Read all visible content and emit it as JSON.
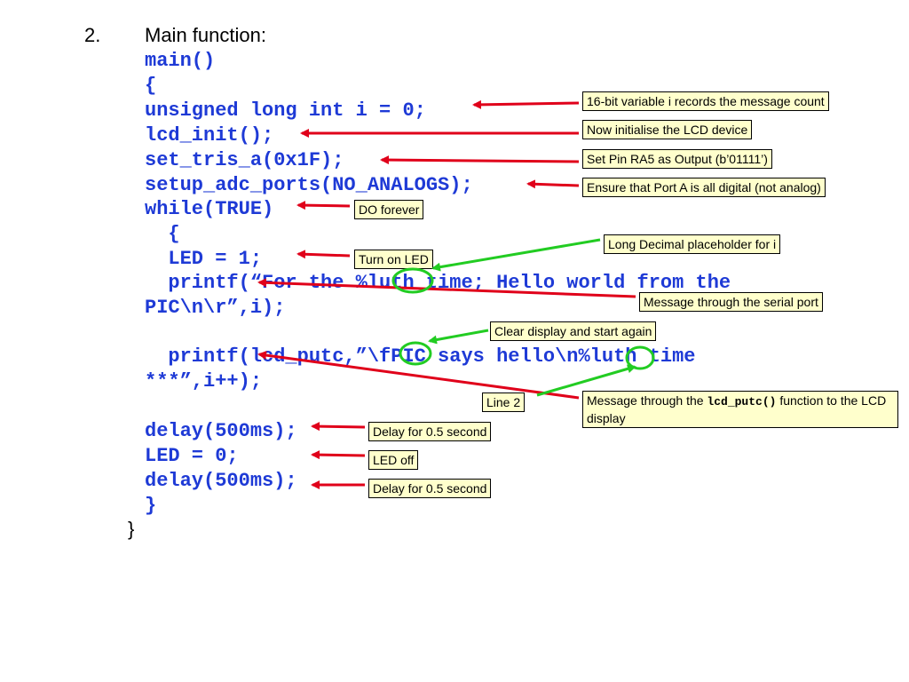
{
  "slide": {
    "number": "2.",
    "heading": "Main function:",
    "closing_brace": "}"
  },
  "code": {
    "lines": [
      "main()",
      "{",
      "unsigned long int i = 0;",
      "lcd_init();",
      "set_tris_a(0x1F);",
      "setup_adc_ports(NO_ANALOGS);",
      "while(TRUE)",
      "  {",
      "  LED = 1;",
      "  printf(“For the %luth time; Hello world from the",
      "PIC\\n\\r”,i);",
      "  printf(lcd_putc,”\\fPIC says hello\\n%luth time",
      "***”,i++);",
      "delay(500ms);",
      "LED = 0;",
      "delay(500ms);",
      "}"
    ]
  },
  "annotations": {
    "variable_i": "16-bit variable i records the message count",
    "lcd_init": "Now initialise the LCD device",
    "set_pin": "Set Pin RA5 as Output (b’01111’)",
    "port_a": "Ensure that Port A is all digital (not analog)",
    "do_forever": "DO forever",
    "long_decimal": "Long Decimal placeholder for i",
    "turn_on_led": "Turn on LED",
    "serial_port": "Message through the serial port",
    "clear_display": "Clear display and start again",
    "line2": "Line 2",
    "lcd_msg_prefix": "Message through the ",
    "lcd_msg_func": "lcd_putc()",
    "lcd_msg_suffix": " function to the LCD display",
    "delay1": "Delay for 0.5 second",
    "led_off": "LED off",
    "delay2": "Delay for 0.5 second"
  },
  "colors": {
    "code": "#1e3ad6",
    "red_arrow": "#e0001a",
    "green_arrow": "#22cc22",
    "note_bg": "#ffffcc"
  }
}
